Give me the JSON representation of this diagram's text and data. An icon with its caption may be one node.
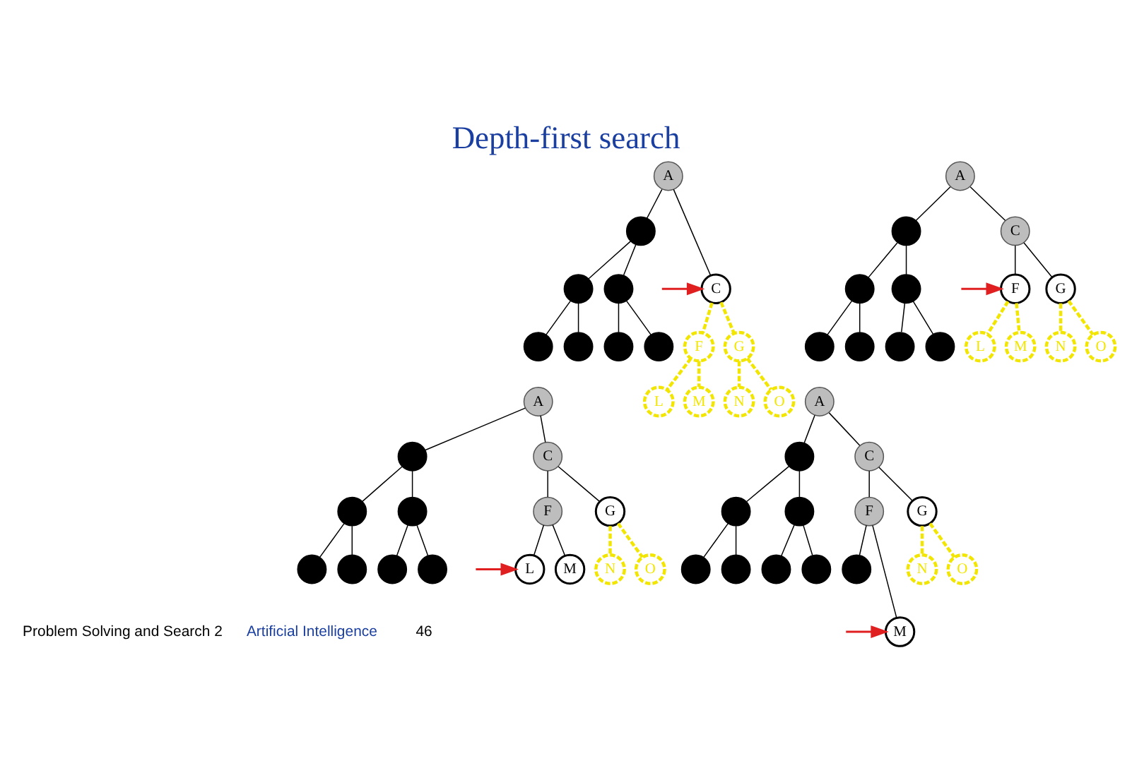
{
  "diagram": {
    "title": "Depth-first search",
    "nodes": [
      {
        "text": [
          "A"
        ]
      },
      {
        "text": [],
        "shape": "circle"
      },
      {
        "text": [
          "C"
        ]
      },
      {
        "text": [],
        "shape": "circle"
      },
      {
        "text": [],
        "shape": "circle"
      },
      {
        "text": [
          "F"
        ]
      },
      {
        "text": [
          "G"
        ]
      },
      {
        "text": [],
        "shape": "circle"
      },
      {
        "text": [],
        "shape": "circle"
      },
      {
        "text": [],
        "shape": "circle"
      },
      {
        "text": [],
        "shape": "circle"
      },
      {
        "text": [
          "L"
        ]
      },
      {
        "text": [
          "M"
        ]
      },
      {
        "text": [
          "N"
        ]
      },
      {
        "text": [
          "O"
        ]
      },
      {
        "text": [
          "A"
        ]
      },
      {
        "text": [],
        "shape": "circle"
      },
      {
        "text": [
          "C"
        ]
      },
      {
        "text": [],
        "shape": "circle"
      },
      {
        "text": [],
        "shape": "circle"
      },
      {
        "text": [
          "F"
        ]
      },
      {
        "text": [
          "G"
        ]
      },
      {
        "text": [],
        "shape": "circle"
      },
      {
        "text": [],
        "shape": "circle"
      },
      {
        "text": [],
        "shape": "circle"
      },
      {
        "text": [],
        "shape": "circle"
      },
      {
        "text": [
          "L"
        ]
      },
      {
        "text": [
          "M"
        ]
      },
      {
        "text": [
          "N"
        ]
      },
      {
        "text": [
          "O"
        ]
      },
      {
        "text": [
          "A"
        ]
      },
      {
        "text": [],
        "shape": "circle"
      },
      {
        "text": [
          "C"
        ]
      },
      {
        "text": [],
        "shape": "circle"
      },
      {
        "text": [],
        "shape": "circle"
      },
      {
        "text": [
          "F"
        ]
      },
      {
        "text": [
          "G"
        ]
      },
      {
        "text": [],
        "shape": "circle"
      },
      {
        "text": [],
        "shape": "circle"
      },
      {
        "text": [],
        "shape": "circle"
      },
      {
        "text": [],
        "shape": "circle"
      },
      {
        "text": [
          "L"
        ]
      },
      {
        "text": [
          "M"
        ]
      },
      {
        "text": [
          "N"
        ]
      },
      {
        "text": [
          "O"
        ]
      },
      {
        "text": [
          "A"
        ]
      },
      {
        "text": [],
        "shape": "circle"
      },
      {
        "text": [
          "C"
        ]
      },
      {
        "text": [],
        "shape": "circle"
      },
      {
        "text": [],
        "shape": "circle"
      },
      {
        "text": [
          "F"
        ]
      },
      {
        "text": [
          "G"
        ]
      },
      {
        "text": [],
        "shape": "circle"
      },
      {
        "text": [],
        "shape": "circle"
      },
      {
        "text": [],
        "shape": "circle"
      },
      {
        "text": [],
        "shape": "circle"
      },
      {
        "text": [],
        "shape": "circle"
      },
      {
        "text": [
          "M"
        ]
      },
      {
        "text": [
          "N"
        ]
      },
      {
        "text": [
          "O"
        ]
      }
    ],
    "edges": [
      {
        "from": 0,
        "to": 1,
        "arrow": "none"
      },
      {
        "from": 0,
        "to": 2,
        "arrow": "none"
      },
      {
        "from": 1,
        "to": 3,
        "arrow": "none"
      },
      {
        "from": 1,
        "to": 4,
        "arrow": "none"
      },
      {
        "from": 2,
        "to": 5,
        "arrow": "none",
        "style": "dashed",
        "color": "#f2e600"
      },
      {
        "from": 2,
        "to": 6,
        "arrow": "none",
        "style": "dashed",
        "color": "#f2e600"
      },
      {
        "from": 3,
        "to": 7,
        "arrow": "none"
      },
      {
        "from": 3,
        "to": 8,
        "arrow": "none"
      },
      {
        "from": 4,
        "to": 9,
        "arrow": "none"
      },
      {
        "from": 4,
        "to": 10,
        "arrow": "none"
      },
      {
        "from": 5,
        "to": 11,
        "arrow": "none",
        "style": "dashed",
        "color": "#f2e600"
      },
      {
        "from": 5,
        "to": 12,
        "arrow": "none",
        "style": "dashed",
        "color": "#f2e600"
      },
      {
        "from": 6,
        "to": 13,
        "arrow": "none",
        "style": "dashed",
        "color": "#f2e600"
      },
      {
        "from": 6,
        "to": 14,
        "arrow": "none",
        "style": "dashed",
        "color": "#f2e600"
      },
      {
        "from": null,
        "to": 2,
        "arrow": "to",
        "color": "#e02020"
      },
      {
        "from": 15,
        "to": 16,
        "arrow": "none"
      },
      {
        "from": 15,
        "to": 17,
        "arrow": "none"
      },
      {
        "from": 16,
        "to": 18,
        "arrow": "none"
      },
      {
        "from": 16,
        "to": 19,
        "arrow": "none"
      },
      {
        "from": 17,
        "to": 20,
        "arrow": "none"
      },
      {
        "from": 17,
        "to": 21,
        "arrow": "none"
      },
      {
        "from": 18,
        "to": 22,
        "arrow": "none"
      },
      {
        "from": 18,
        "to": 23,
        "arrow": "none"
      },
      {
        "from": 19,
        "to": 24,
        "arrow": "none"
      },
      {
        "from": 19,
        "to": 25,
        "arrow": "none"
      },
      {
        "from": 20,
        "to": 26,
        "arrow": "none",
        "style": "dashed",
        "color": "#f2e600"
      },
      {
        "from": 20,
        "to": 27,
        "arrow": "none",
        "style": "dashed",
        "color": "#f2e600"
      },
      {
        "from": 21,
        "to": 28,
        "arrow": "none",
        "style": "dashed",
        "color": "#f2e600"
      },
      {
        "from": 21,
        "to": 29,
        "arrow": "none",
        "style": "dashed",
        "color": "#f2e600"
      },
      {
        "from": null,
        "to": 20,
        "arrow": "to",
        "color": "#e02020"
      },
      {
        "from": 30,
        "to": 31,
        "arrow": "none"
      },
      {
        "from": 30,
        "to": 32,
        "arrow": "none"
      },
      {
        "from": 31,
        "to": 33,
        "arrow": "none"
      },
      {
        "from": 31,
        "to": 34,
        "arrow": "none"
      },
      {
        "from": 32,
        "to": 35,
        "arrow": "none"
      },
      {
        "from": 32,
        "to": 36,
        "arrow": "none"
      },
      {
        "from": 33,
        "to": 37,
        "arrow": "none"
      },
      {
        "from": 33,
        "to": 38,
        "arrow": "none"
      },
      {
        "from": 34,
        "to": 39,
        "arrow": "none"
      },
      {
        "from": 34,
        "to": 40,
        "arrow": "none"
      },
      {
        "from": 35,
        "to": 41,
        "arrow": "none"
      },
      {
        "from": 35,
        "to": 42,
        "arrow": "none"
      },
      {
        "from": 36,
        "to": 43,
        "arrow": "none",
        "style": "dashed",
        "color": "#f2e600"
      },
      {
        "from": 36,
        "to": 44,
        "arrow": "none",
        "style": "dashed",
        "color": "#f2e600"
      },
      {
        "from": null,
        "to": 41,
        "arrow": "to",
        "color": "#e02020"
      },
      {
        "from": 45,
        "to": 46,
        "arrow": "none"
      },
      {
        "from": 45,
        "to": 47,
        "arrow": "none"
      },
      {
        "from": 46,
        "to": 48,
        "arrow": "none"
      },
      {
        "from": 46,
        "to": 49,
        "arrow": "none"
      },
      {
        "from": 47,
        "to": 50,
        "arrow": "none"
      },
      {
        "from": 47,
        "to": 51,
        "arrow": "none"
      },
      {
        "from": 48,
        "to": 52,
        "arrow": "none"
      },
      {
        "from": 48,
        "to": 53,
        "arrow": "none"
      },
      {
        "from": 49,
        "to": 54,
        "arrow": "none"
      },
      {
        "from": 49,
        "to": 55,
        "arrow": "none"
      },
      {
        "from": 50,
        "to": 56,
        "arrow": "none"
      },
      {
        "from": 50,
        "to": 57,
        "arrow": "none"
      },
      {
        "from": 51,
        "to": 58,
        "arrow": "none",
        "style": "dashed",
        "color": "#f2e600"
      },
      {
        "from": 51,
        "to": 59,
        "arrow": "none",
        "style": "dashed",
        "color": "#f2e600"
      },
      {
        "from": null,
        "to": 57,
        "arrow": "to",
        "color": "#e02020"
      }
    ],
    "labels": [
      "Problem Solving and Search 2",
      "Artificial Intelligence",
      "46"
    ]
  }
}
